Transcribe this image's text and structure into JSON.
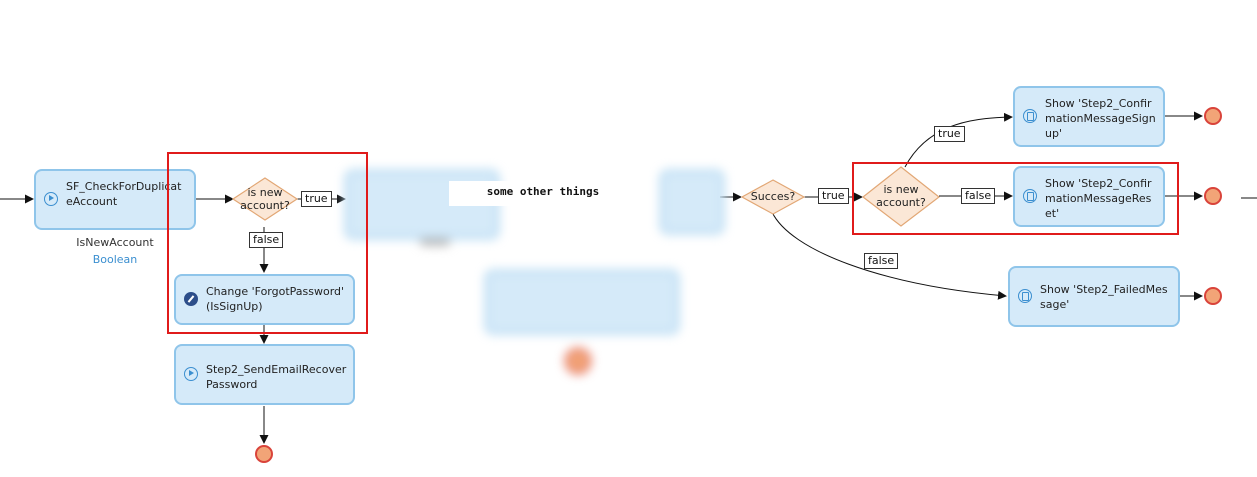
{
  "colors": {
    "node_fill": "#d5eaf9",
    "node_border": "#8fc5ea",
    "decision_fill": "#fbe7d6",
    "decision_border": "#e2a775",
    "end_fill": "#f2a477",
    "end_border": "#d9433a",
    "highlight": "#e01b1b",
    "type_text": "#3b8fd0"
  },
  "nodes": {
    "check_duplicate": "SF_CheckForDuplicateAccount",
    "check_duplicate_output": "IsNewAccount",
    "check_duplicate_type": "Boolean",
    "change_forgot": "Change 'ForgotPassword' (IsSignUp)",
    "send_email": "Step2_SendEmailRecoverPassword",
    "show_signup": "Show 'Step2_ConfirmationMessageSignup'",
    "show_reset": "Show 'Step2_ConfirmationMessageReset'",
    "show_failed": "Show 'Step2_FailedMessage'"
  },
  "decisions": {
    "is_new_1": "is new account?",
    "success": "Succes?",
    "is_new_2": "is new account?"
  },
  "edge_labels": {
    "true_1": "true",
    "false_1": "false",
    "true_success": "true",
    "true_2": "true",
    "false_2": "false",
    "false_success": "false"
  },
  "redaction_text": "some other things"
}
